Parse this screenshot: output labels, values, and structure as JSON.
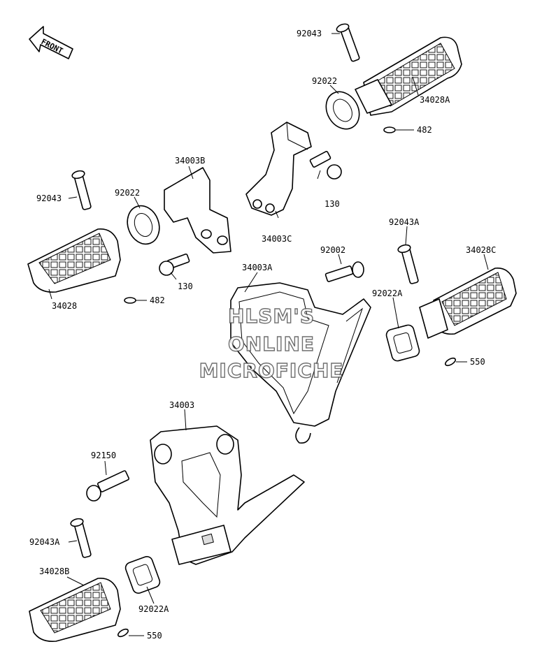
{
  "front_arrow": {
    "label": "FRONT"
  },
  "watermark": {
    "line1": "HLSM'S",
    "line2": "ONLINE",
    "line3": "MICROFICHE"
  },
  "labels": {
    "p92043_top": "92043",
    "p92022_top": "92022",
    "p34028A": "34028A",
    "p482_top": "482",
    "p34003B": "34003B",
    "p92043_left": "92043",
    "p92022_left": "92022",
    "p130_right": "130",
    "p34003C": "34003C",
    "p34028": "34028",
    "p482_left": "482",
    "p130_left": "130",
    "p34003A": "34003A",
    "p92002": "92002",
    "p92043A_right": "92043A",
    "p34028C": "34028C",
    "p92022A_right": "92022A",
    "p550_right": "550",
    "p34003": "34003",
    "p92150": "92150",
    "p92043A_left": "92043A",
    "p34028B": "34028B",
    "p92022A_left": "92022A",
    "p550_left": "550"
  },
  "colors": {
    "line": "#000000",
    "background": "#ffffff",
    "watermark_outline": "#555555"
  }
}
